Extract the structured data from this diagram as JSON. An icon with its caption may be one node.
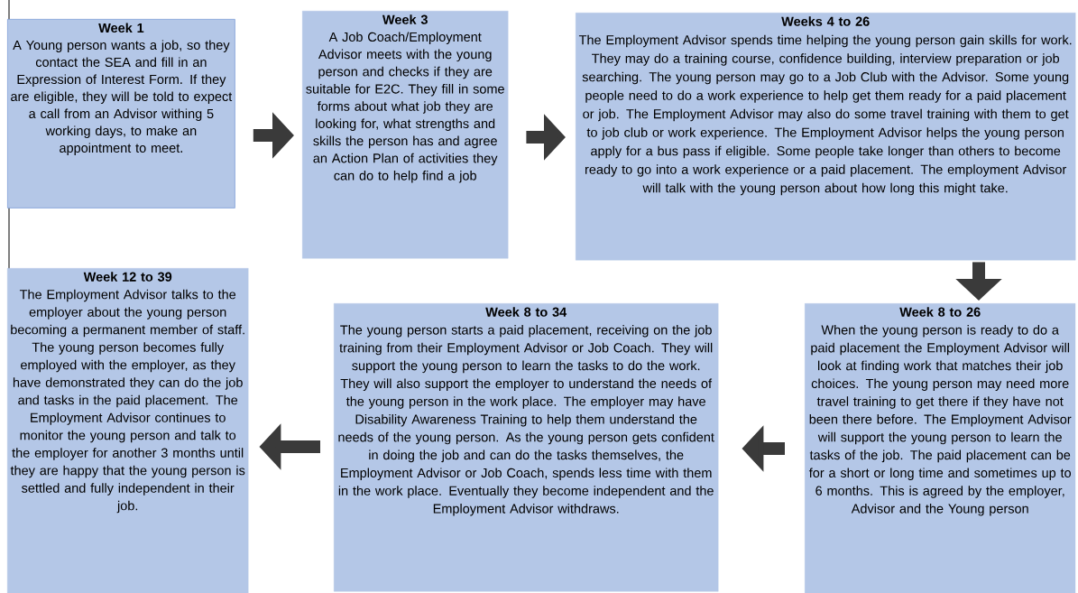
{
  "diagram": {
    "nodes": [
      {
        "text": [
          "Week 1",
          "A Young person wants a job, so they contact the SEA and fill in an Expression of Interest Form. If they are eligible, they will be told to expect a call from an Advisor withing 5 working days, to make an appointment to meet."
        ]
      },
      {
        "text": [
          "Week 3",
          "A Job Coach/Employment Advisor meets with the young person and checks if they are suitable for E2C. They fill in some forms about what job they are looking for, what strengths and skills the person has and agree an Action Plan of activities they can do to help find a job"
        ]
      },
      {
        "text": [
          "Weeks 4 to 26",
          "The Employment Advisor spends time helping the young person gain skills for work. They may do a training course, confidence building, interview preparation or job searching. The young person may go to a Job Club with the Advisor. Some young people need to do a work experience to help get them ready for a paid placement or job. The Employment Advisor may also do some travel training with them to get to job club or work experience. The Employment Advisor helps the young person apply for a bus pass if eligible. Some people take longer than others to become ready to go into a work experience or a paid placement. The employment Advisor will talk with the young person about how long this might take."
        ]
      },
      {
        "text": [
          "Week 8 to 26",
          "When the young person is ready to do a paid placement the Employment Advisor will look at finding work that matches their job choices. The young person may need more travel training to get there if they have not been there before. The Employment Advisor will support the young person to learn the tasks of the job. The paid placement can be for a short or long time and sometimes up to 6 months. This is agreed by the employer, Advisor and the Young person"
        ]
      },
      {
        "text": [
          "Week 8 to 34",
          "The young person starts a paid placement, receiving on the job training from their Employment Advisor or Job Coach. They will support the young person to learn the tasks to do the work. They will also support the employer to understand the needs of the young person in the work place. The employer may have Disability Awareness Training to help them understand the needs of the young person. As the young person gets confident in doing the job and can do the tasks themselves, the Employment Advisor or Job Coach, spends less time with them in the work place. Eventually they become independent and the Employment Advisor withdraws."
        ]
      },
      {
        "text": [
          "Week 12 to 39",
          "The Employment Advisor talks to the employer about the young person becoming a permanent member of staff. The young person becomes fully employed with the employer, as they have demonstrated they can do the job and tasks in the paid placement. The Employment Advisor continues to monitor the young person and talk to the employer for another 3 months until they are happy that the young person is settled and fully independent in their job."
        ]
      }
    ],
    "edges": [
      {
        "from": 0,
        "to": 1,
        "arrow": "to"
      },
      {
        "from": 1,
        "to": 2,
        "arrow": "to"
      },
      {
        "from": 2,
        "to": 3,
        "arrow": "to"
      },
      {
        "from": 3,
        "to": 4,
        "arrow": "to"
      },
      {
        "from": 4,
        "to": 5,
        "arrow": "to"
      }
    ]
  }
}
